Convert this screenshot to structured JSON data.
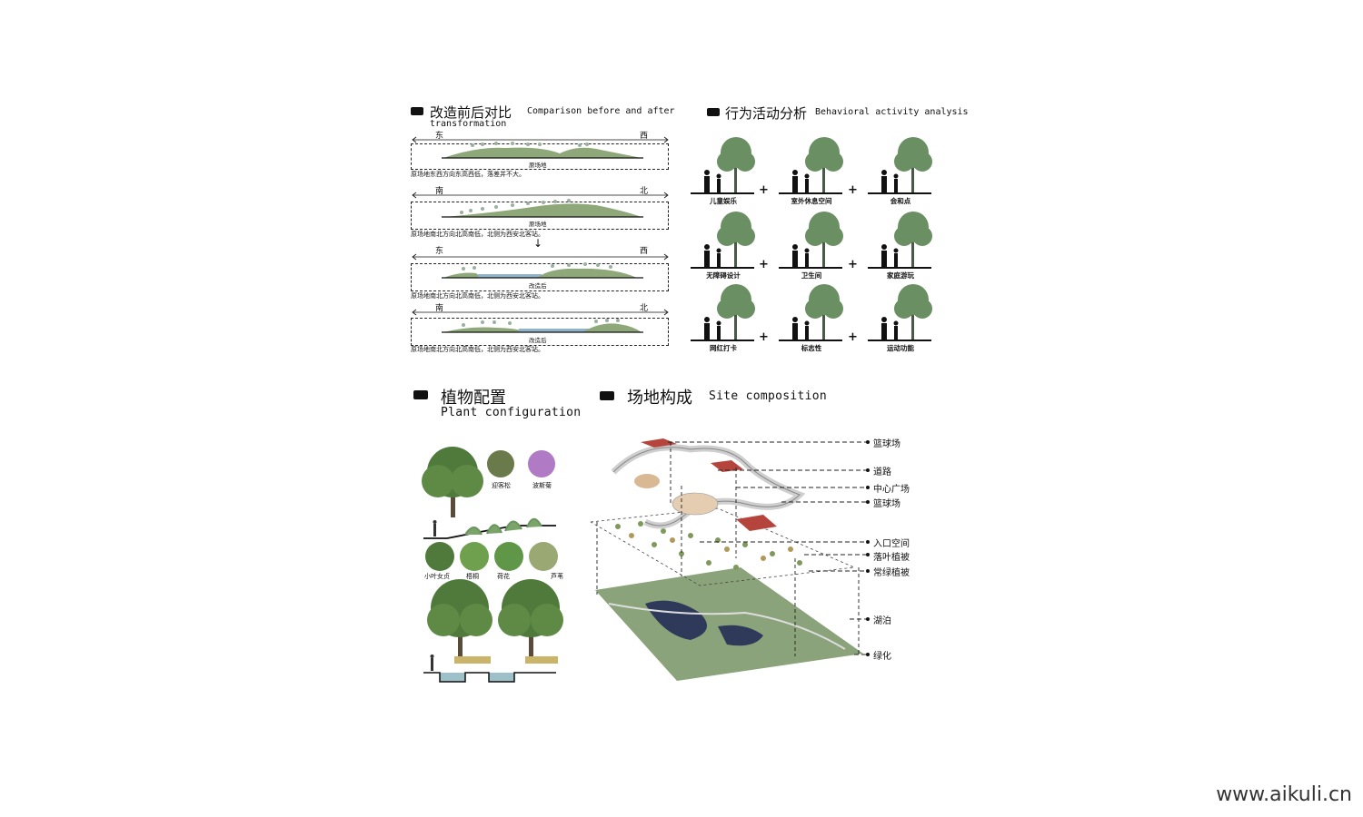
{
  "sections": {
    "comparison": {
      "title_cn": "改造前后对比",
      "title_en_1": "Comparison before and after",
      "title_en_2": "transformation"
    },
    "behavior": {
      "title_cn": "行为活动分析",
      "title_en": "Behavioral activity analysis"
    },
    "plant": {
      "title_cn": "植物配置",
      "title_en": "Plant configuration"
    },
    "site": {
      "title_cn": "场地构成",
      "title_en": "Site composition"
    }
  },
  "profiles": [
    {
      "left": "东",
      "right": "西",
      "caption": "原场地",
      "note": "原场地东西方向东高西低，落差并不大。"
    },
    {
      "left": "南",
      "right": "北",
      "caption": "原场地",
      "note": "原场地南北方向北高南低，北侧为西安北客站。"
    },
    {
      "left": "东",
      "right": "西",
      "caption": "改造后",
      "note": "原场地南北方向北高南低，北侧为西安北客站。"
    },
    {
      "left": "南",
      "right": "北",
      "caption": "改造后",
      "note": "原场地南北方向北高南低，北侧为西安北客站。"
    }
  ],
  "activities": [
    "儿童娱乐",
    "室外休息空间",
    "会和点",
    "无障碍设计",
    "卫生间",
    "家庭游玩",
    "网红打卡",
    "标志性",
    "运动功能"
  ],
  "plus_sign": "+",
  "arrow_sign": "↓",
  "plants": {
    "top": [
      "迎客松",
      "波斯菊"
    ],
    "bottom": [
      "小叶女贞",
      "梧桐",
      "荷花",
      "芦苇"
    ]
  },
  "site_layers": [
    "篮球场",
    "道路",
    "中心广场",
    "篮球场",
    "入口空间",
    "落叶植被",
    "常绿植被",
    "湖泊",
    "绿化"
  ],
  "watermark": "www.aikuli.cn",
  "colors": {
    "green": "#7d9a6b",
    "tree": "#6a8f62",
    "water": "#8fb3c9",
    "court": "#b5453c"
  }
}
